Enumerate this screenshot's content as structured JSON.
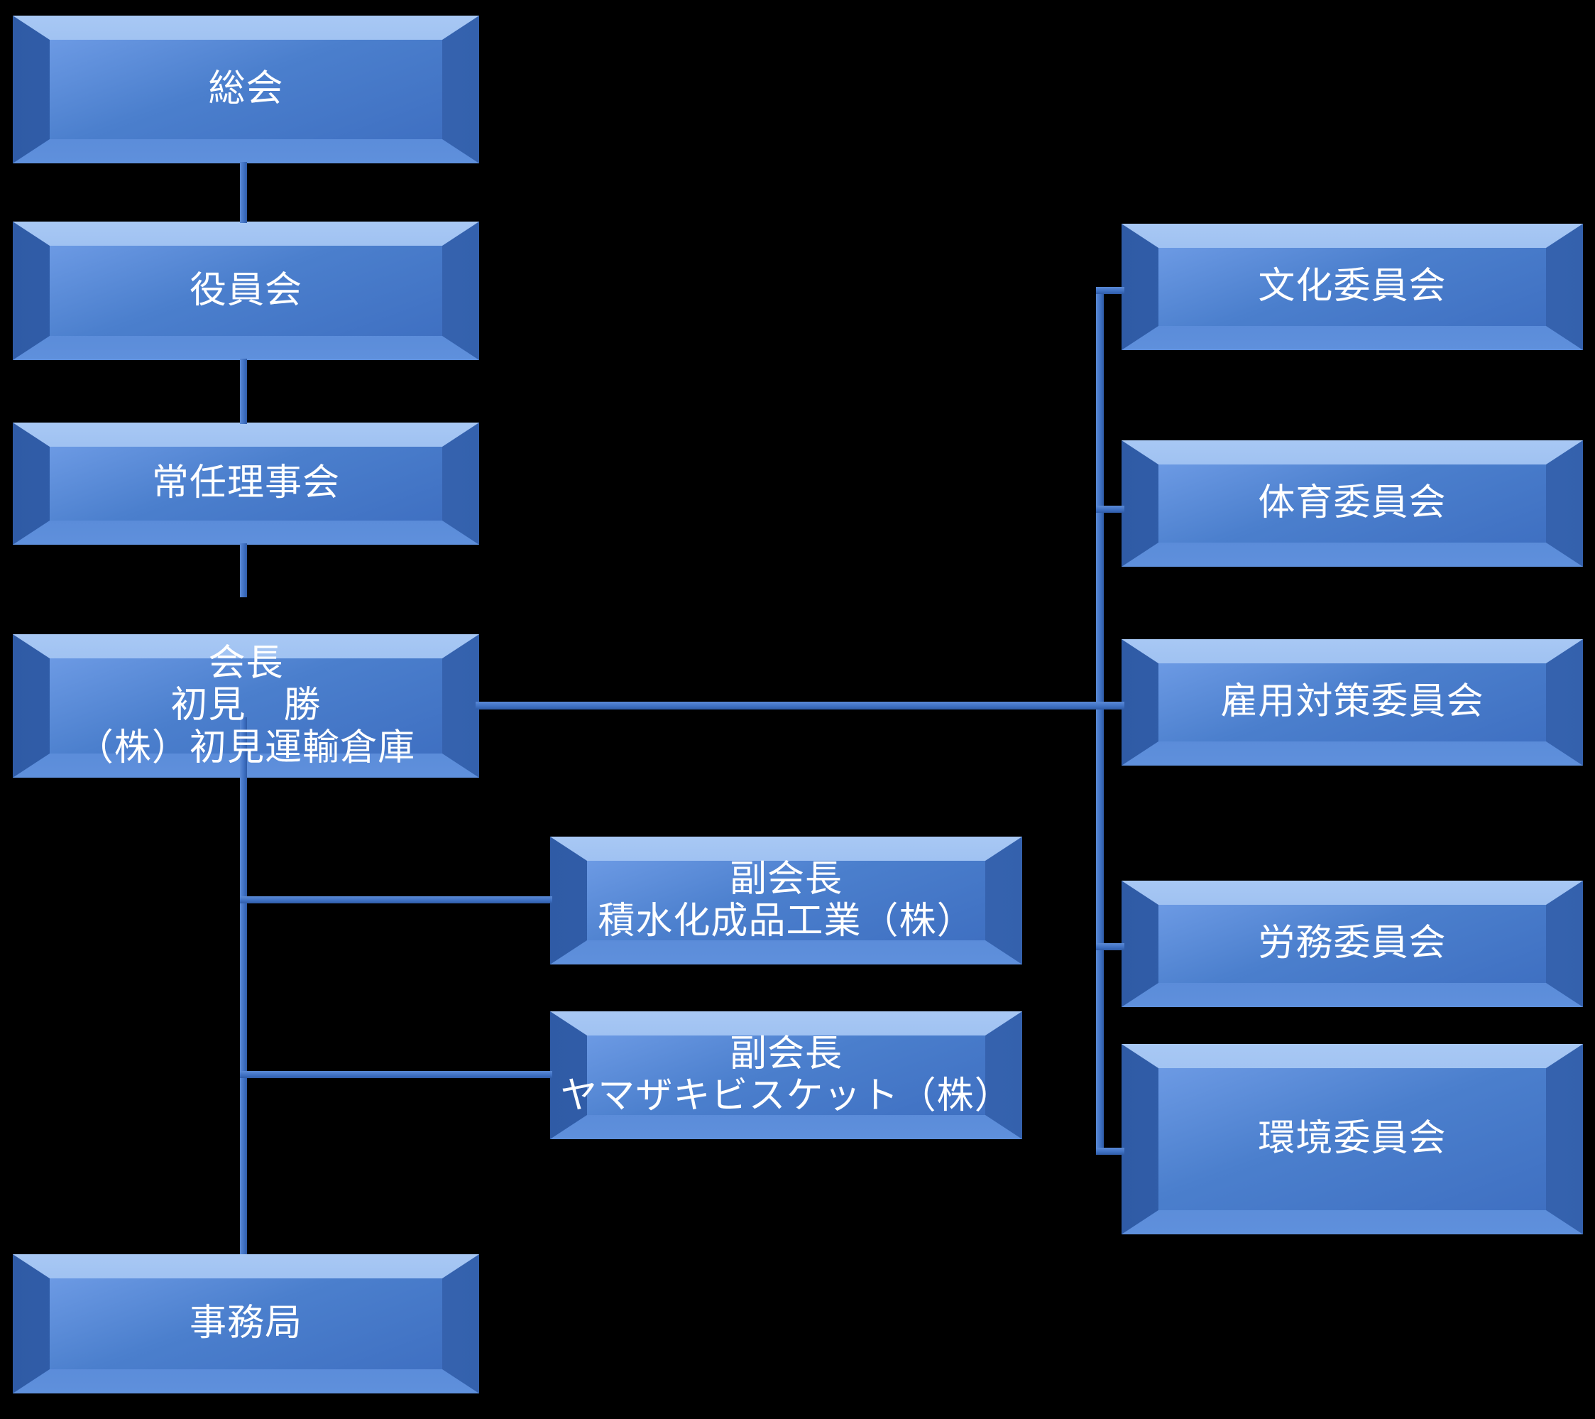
{
  "chart": {
    "kind": "organization-chart",
    "background_color": "#000000",
    "node_fill_color": "#4071c2",
    "node_text_color": "#ffffff",
    "connector_color": "#4072c4"
  },
  "nodes": {
    "general_meeting": {
      "label": "総会"
    },
    "board_of_officers": {
      "label": "役員会"
    },
    "standing_directors": {
      "label": "常任理事会"
    },
    "president": {
      "line1": "会長",
      "line2": "初見　勝",
      "line3": "（株）初見運輸倉庫"
    },
    "secretariat": {
      "label": "事務局"
    },
    "vice_president_1": {
      "line1": "副会長",
      "line2": "積水化成品工業（株）"
    },
    "vice_president_2": {
      "line1": "副会長",
      "line2": "ヤマザキビスケット（株）"
    },
    "committee_culture": {
      "label": "文化委員会"
    },
    "committee_sports": {
      "label": "体育委員会"
    },
    "committee_employment": {
      "label": "雇用対策委員会"
    },
    "committee_labor": {
      "label": "労務委員会"
    },
    "committee_environment": {
      "label": "環境委員会"
    }
  }
}
